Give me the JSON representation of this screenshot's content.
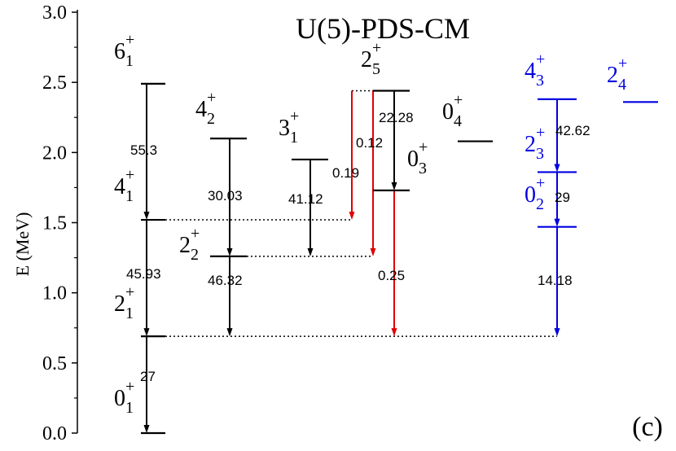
{
  "title": "U(5)-PDS-CM",
  "panel_label": "(c)",
  "y_axis": {
    "label": "E  (MeV)",
    "min": 0.0,
    "max": 3.0,
    "ticks": [
      "0.0",
      "0.5",
      "1.0",
      "1.5",
      "2.0",
      "2.5",
      "3.0"
    ],
    "tick_values": [
      0.0,
      0.5,
      1.0,
      1.5,
      2.0,
      2.5,
      3.0
    ]
  },
  "colors": {
    "default": "#000000",
    "highlight_transition": "#e00000",
    "blue_band": "#0000e0"
  },
  "levels": [
    {
      "id": "0_1",
      "spin": "0",
      "index": "1",
      "parity": "+",
      "energy": 0.0,
      "color": "default"
    },
    {
      "id": "2_1",
      "spin": "2",
      "index": "1",
      "parity": "+",
      "energy": 0.69,
      "color": "default"
    },
    {
      "id": "4_1",
      "spin": "4",
      "index": "1",
      "parity": "+",
      "energy": 1.52,
      "color": "default"
    },
    {
      "id": "6_1",
      "spin": "6",
      "index": "1",
      "parity": "+",
      "energy": 2.49,
      "color": "default"
    },
    {
      "id": "2_2",
      "spin": "2",
      "index": "2",
      "parity": "+",
      "energy": 1.26,
      "color": "default"
    },
    {
      "id": "4_2",
      "spin": "4",
      "index": "2",
      "parity": "+",
      "energy": 2.1,
      "color": "default"
    },
    {
      "id": "3_1",
      "spin": "3",
      "index": "1",
      "parity": "+",
      "energy": 1.95,
      "color": "default"
    },
    {
      "id": "2_5",
      "spin": "2",
      "index": "5",
      "parity": "+",
      "energy": 2.44,
      "color": "default"
    },
    {
      "id": "0_3",
      "spin": "0",
      "index": "3",
      "parity": "+",
      "energy": 1.73,
      "color": "default"
    },
    {
      "id": "0_4",
      "spin": "0",
      "index": "4",
      "parity": "+",
      "energy": 2.08,
      "color": "default"
    },
    {
      "id": "4_3",
      "spin": "4",
      "index": "3",
      "parity": "+",
      "energy": 2.38,
      "color": "blue_band"
    },
    {
      "id": "2_3",
      "spin": "2",
      "index": "3",
      "parity": "+",
      "energy": 1.86,
      "color": "blue_band"
    },
    {
      "id": "0_2",
      "spin": "0",
      "index": "2",
      "parity": "+",
      "energy": 1.47,
      "color": "blue_band"
    },
    {
      "id": "2_4",
      "spin": "2",
      "index": "4",
      "parity": "+",
      "energy": 2.36,
      "color": "blue_band"
    }
  ],
  "transitions": [
    {
      "from": "2_1",
      "to": "0_1",
      "value": "27",
      "color": "default"
    },
    {
      "from": "4_1",
      "to": "2_1",
      "value": "45.93",
      "color": "default"
    },
    {
      "from": "6_1",
      "to": "4_1",
      "value": "55.3",
      "color": "default"
    },
    {
      "from": "2_2",
      "to": "2_1",
      "value": "46.32",
      "color": "default"
    },
    {
      "from": "4_2",
      "to": "2_2",
      "value": "30.03",
      "color": "default"
    },
    {
      "from": "3_1",
      "to": "2_2",
      "value": "41.12",
      "color": "default"
    },
    {
      "from": "2_5",
      "to": "0_3",
      "value": "22.28",
      "color": "default"
    },
    {
      "from": "2_5",
      "to": "4_1",
      "value": "0.19",
      "color": "highlight_transition"
    },
    {
      "from": "2_5",
      "to": "2_2",
      "value": "0.12",
      "color": "highlight_transition"
    },
    {
      "from": "0_3",
      "to": "2_1",
      "value": "0.25",
      "color": "highlight_transition"
    },
    {
      "from": "4_3",
      "to": "2_3",
      "value": "42.62",
      "color": "blue_band"
    },
    {
      "from": "2_3",
      "to": "0_2",
      "value": "29",
      "color": "blue_band"
    },
    {
      "from": "0_2",
      "to": "2_1",
      "value": "14.18",
      "color": "blue_band"
    }
  ]
}
